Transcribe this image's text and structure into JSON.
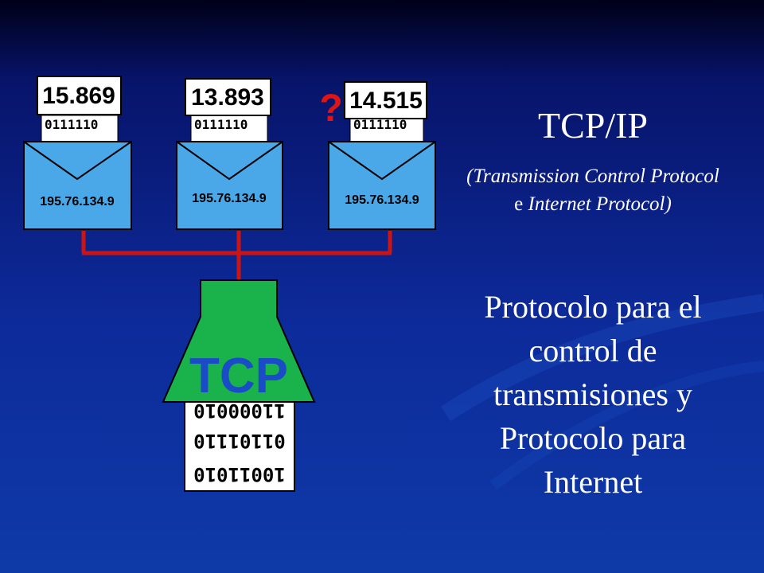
{
  "slide": {
    "title": "TCP/IP",
    "subtitle_part1": "(Transmission Control Protocol",
    "subtitle_conjunction": " e ",
    "subtitle_part2": "Internet Protocol)",
    "description": "Protocolo para el control de transmisiones y Protocolo para Internet"
  },
  "diagram": {
    "packets": [
      {
        "number": "15.869",
        "address": "195.76.134.9",
        "bits": "0111110"
      },
      {
        "number": "13.893",
        "address": "195.76.134.9",
        "bits": "0111110"
      },
      {
        "number": "14.515",
        "address": "195.76.134.9",
        "bits": "0111110"
      }
    ],
    "missing_mark": "?",
    "funnel_label": "TCP",
    "binary_rows": [
      "11000010",
      "01101110",
      "10011010"
    ]
  },
  "colors": {
    "envelope": "#4aa8e8",
    "funnel": "#19b24b",
    "connector": "#cc1414",
    "question": "#e01414"
  }
}
